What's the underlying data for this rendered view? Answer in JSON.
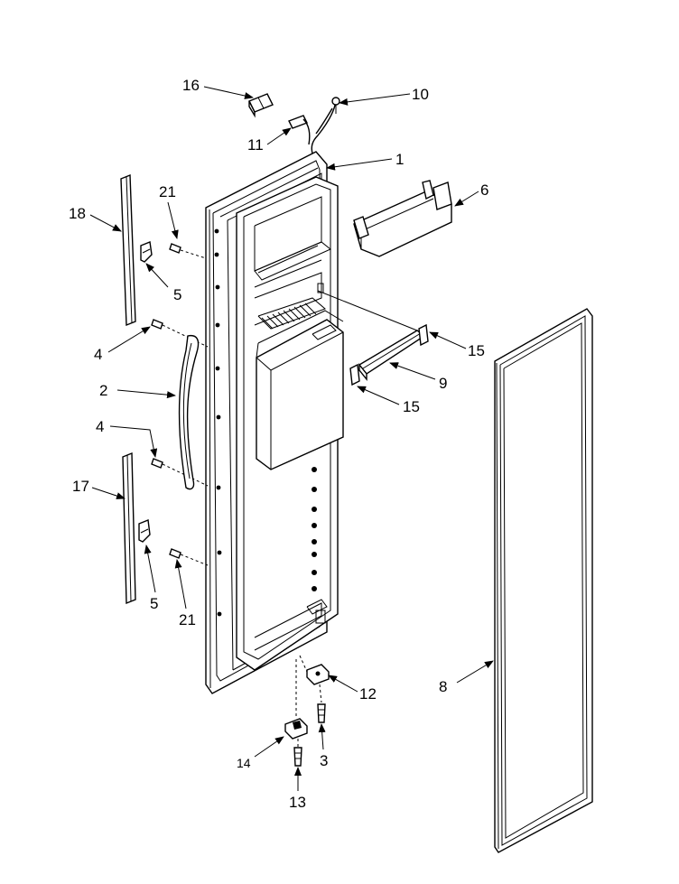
{
  "header_text": "",
  "callouts": [
    {
      "id": "c16",
      "text": "16"
    },
    {
      "id": "c10",
      "text": "10"
    },
    {
      "id": "c11",
      "text": "11"
    },
    {
      "id": "c1",
      "text": "1"
    },
    {
      "id": "c6",
      "text": "6"
    },
    {
      "id": "c18",
      "text": "18"
    },
    {
      "id": "c21a",
      "text": "21"
    },
    {
      "id": "c5a",
      "text": "5"
    },
    {
      "id": "c4a",
      "text": "4"
    },
    {
      "id": "c15a",
      "text": "15"
    },
    {
      "id": "c9",
      "text": "9"
    },
    {
      "id": "c2",
      "text": "2"
    },
    {
      "id": "c15b",
      "text": "15"
    },
    {
      "id": "c4b",
      "text": "4"
    },
    {
      "id": "c17",
      "text": "17"
    },
    {
      "id": "c5b",
      "text": "5"
    },
    {
      "id": "c21b",
      "text": "21"
    },
    {
      "id": "c12",
      "text": "12"
    },
    {
      "id": "c8",
      "text": "8"
    },
    {
      "id": "c3",
      "text": "3"
    },
    {
      "id": "c14",
      "text": "14"
    },
    {
      "id": "c13",
      "text": "13"
    }
  ]
}
